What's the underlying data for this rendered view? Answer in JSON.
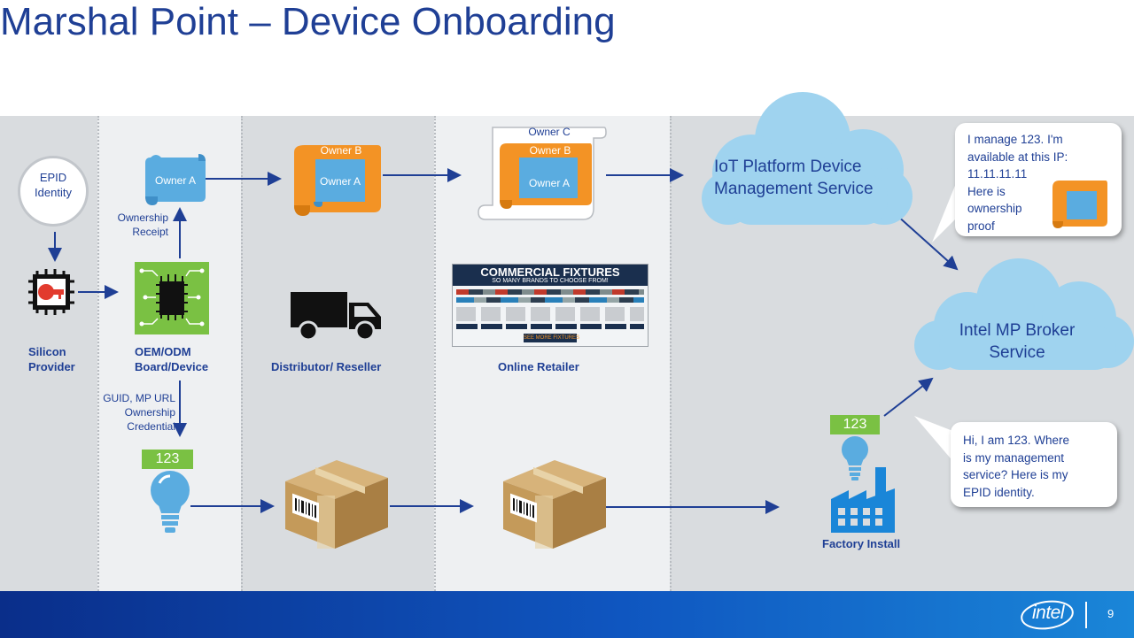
{
  "title": "Marshal Point – Device Onboarding",
  "lanes": {
    "silicon": "Silicon\nProvider",
    "oem": "OEM/ODM\nBoard/Device",
    "distributor": "Distributor/ Reseller",
    "retailer": "Online Retailer",
    "factory": "Factory Install"
  },
  "epid_circle": "EPID\nIdentity",
  "ownership_receipt": "Ownership\nReceipt",
  "guid_label": "GUID, MP URL\nOwnership\nCredential",
  "scrolls": {
    "owner_a": "Owner A",
    "owner_b": "Owner B",
    "owner_c": "Owner C"
  },
  "device_id": "123",
  "retailer_ad": {
    "headline": "COMMERCIAL FIXTURES",
    "subline": "SO MANY BRANDS TO CHOOSE FROM!",
    "button": "SEE MORE FIXTURES"
  },
  "clouds": {
    "iot": "IoT Platform Device\nManagement Service",
    "broker": "Intel MP Broker\nService"
  },
  "bubbles": {
    "top": "I manage 123. I'm\navailable at this IP:\n11.11.11.11\nHere is\nownership\nproof",
    "bottom": "Hi, I am 123. Where\nis my management\nservice? Here is my\nEPID identity."
  },
  "footer": {
    "logo": "intel",
    "page_number": "9"
  },
  "colors": {
    "title_blue": "#1f3f95",
    "lane_gray": "#d9dcdf",
    "lane_light": "#eef0f2",
    "scroll_blue": "#5aace0",
    "scroll_orange": "#f39325",
    "badge_green": "#7ac143",
    "cloud_blue": "#9fd3ef",
    "arrow_blue": "#1f3f95"
  }
}
